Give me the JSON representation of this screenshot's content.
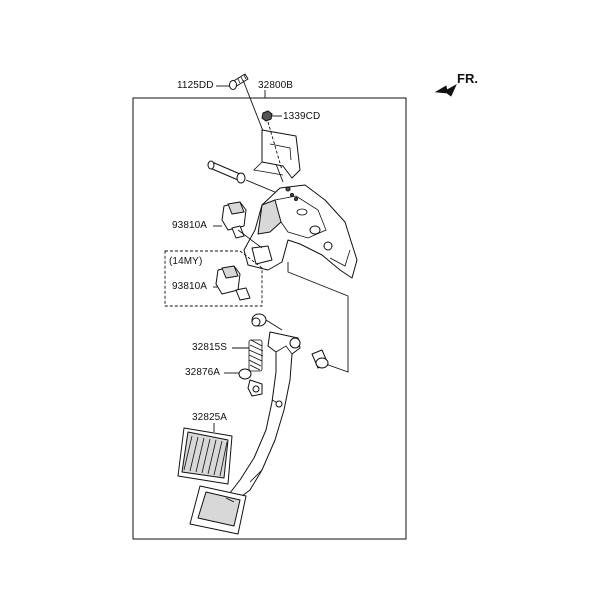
{
  "direction": {
    "text": "FR.",
    "arrow_icon": "front-direction-arrow-icon"
  },
  "labels": {
    "bolt": "1125DD",
    "assembly": "32800B",
    "nut": "1339CD",
    "switch_upper": "93810A",
    "model_year_note": "(14MY)",
    "switch_lower": "93810A",
    "spring": "32815S",
    "stopper": "32876A",
    "pad": "32825A"
  }
}
